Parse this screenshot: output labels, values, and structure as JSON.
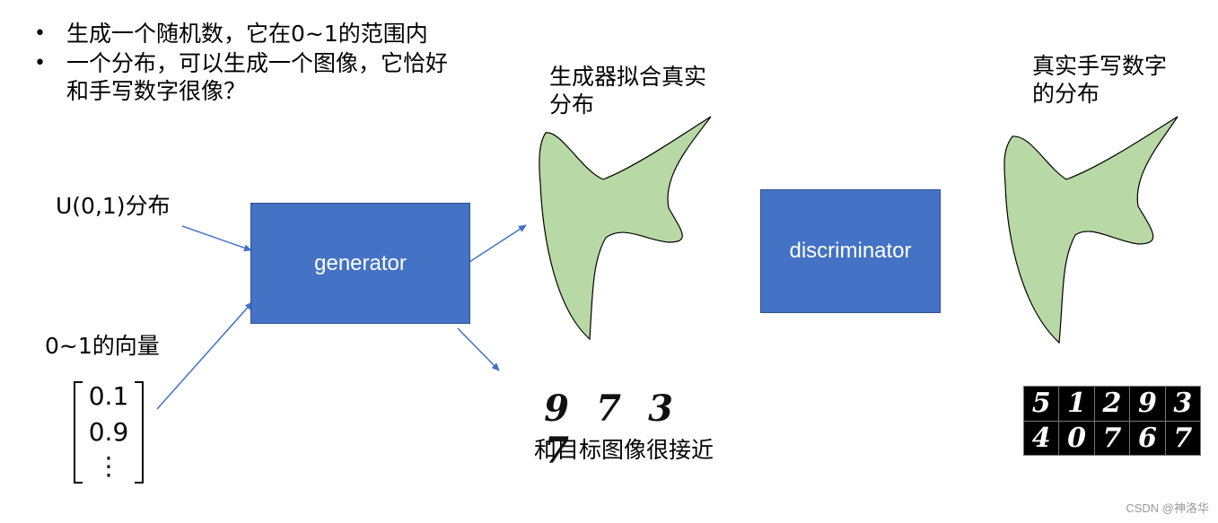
{
  "bullets": [
    "生成一个随机数，它在0~1的范围内",
    "一个分布，可以生成一个图像，它恰好和手写数字很像？"
  ],
  "bullet_symbol": "•",
  "labels": {
    "uniform": "U(0,1)分布",
    "vector": "0~1的向量",
    "generated_dist": "生成器拟合真实分布",
    "real_dist": "真实手写数字的分布",
    "close_to_target": "和目标图像很接近"
  },
  "boxes": {
    "generator": "generator",
    "discriminator": "discriminator"
  },
  "vector_values": [
    "0.1",
    "0.9",
    "⋮"
  ],
  "generated_digits": [
    "9",
    "7",
    "3",
    "7"
  ],
  "real_digits": [
    "5",
    "1",
    "2",
    "9",
    "3",
    "4",
    "0",
    "7",
    "6",
    "7"
  ],
  "watermark": "CSDN @神洛华",
  "colors": {
    "box_fill": "#4472c4",
    "blob_fill": "#b8d8a6",
    "arrow": "#4472c4"
  }
}
